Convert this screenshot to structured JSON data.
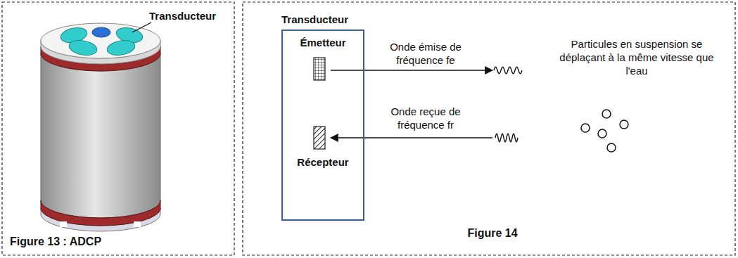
{
  "diagram": {
    "nodes": [
      {
        "text": [
          "Transducteur"
        ]
      }
    ],
    "labels": [
      "Transducteur",
      "Figure 13 : ADCP",
      "Émetteur",
      "Récepteur",
      "Onde émise de fréquence fe",
      "Onde reçue de fréquence fr",
      "Particules en suspension se déplaçant à la même vitesse que l'eau",
      "Figure 14"
    ]
  }
}
